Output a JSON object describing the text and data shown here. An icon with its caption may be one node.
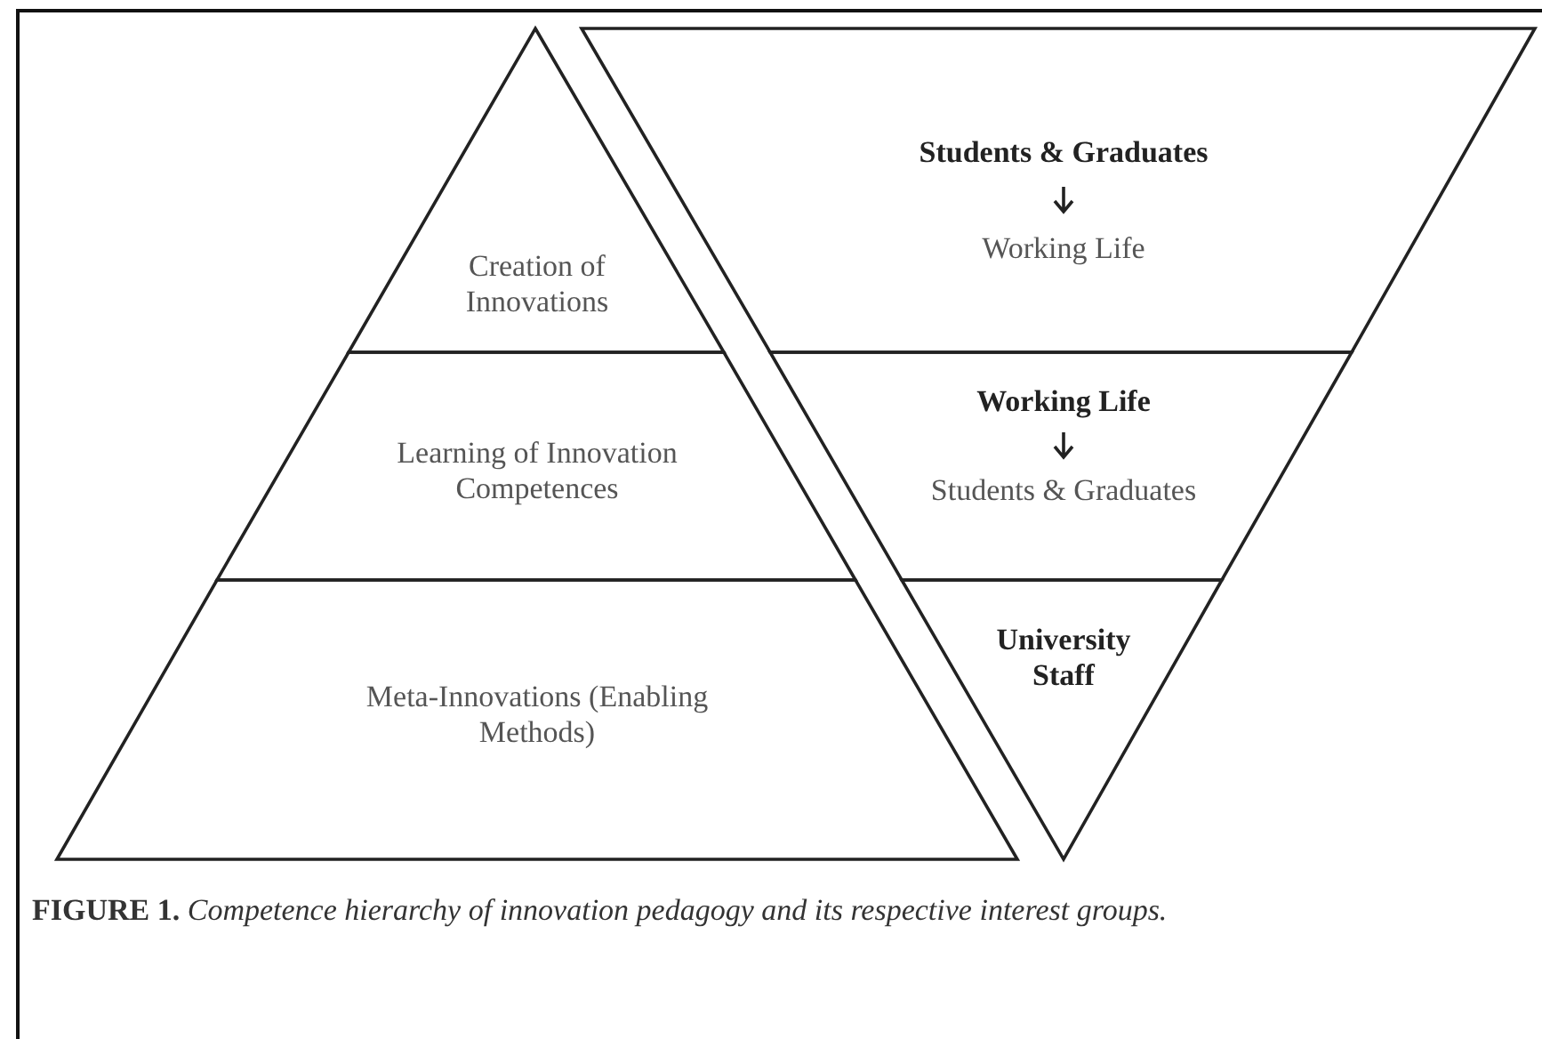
{
  "diagram": {
    "caption": "**FIGURE 1.** *Competence hierarchy of innovation pedagogy and its respective interest groups.*",
    "nodes": [
      {
        "text": [
          "Creation of Innovations"
        ]
      },
      {
        "text": [
          "Learning of Innovation Competences"
        ]
      },
      {
        "text": [
          "Meta-Innovations (Enabling Methods)"
        ]
      },
      {
        "text": [
          "Students & Graduates",
          "Working Life"
        ]
      },
      {
        "text": [
          "Working Life",
          "Students & Graduates"
        ]
      },
      {
        "text": [
          "University Staff"
        ]
      }
    ],
    "edges": []
  }
}
